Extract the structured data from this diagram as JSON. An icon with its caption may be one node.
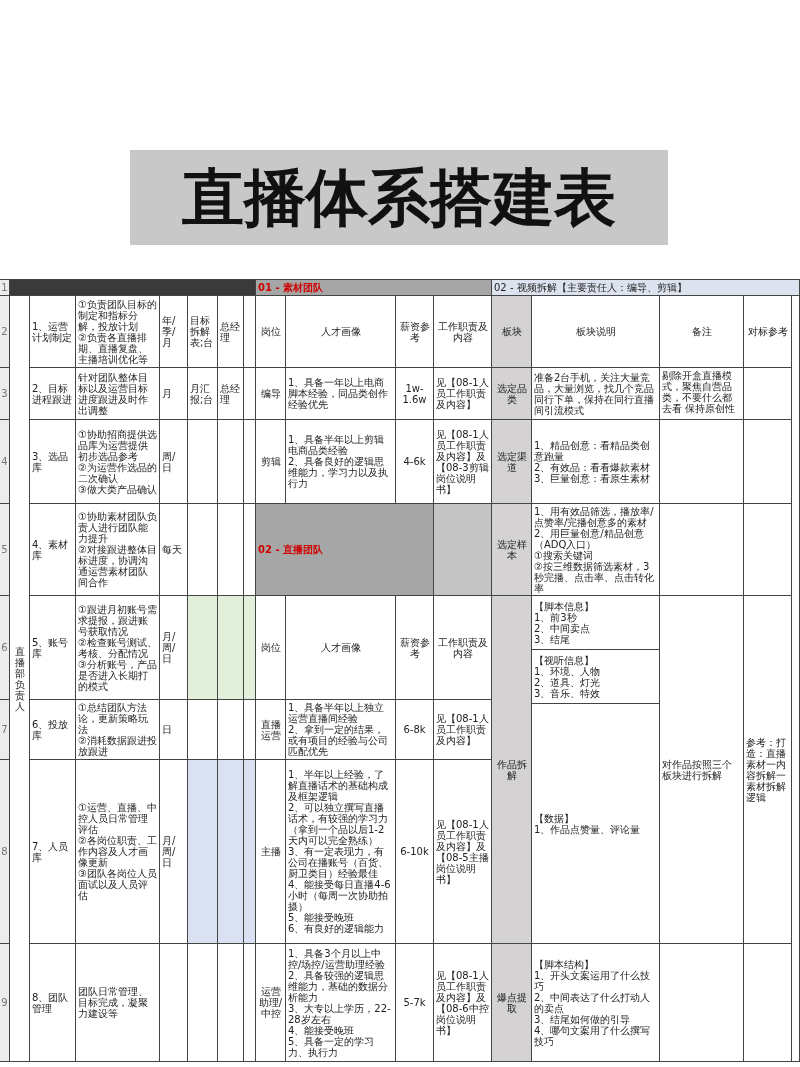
{
  "diagram": {
    "title": "直播体系搭建表",
    "labels": [
      "1",
      "01 - 素材团队",
      "02 - 视频拆解【主要责任人：编导、剪辑】",
      "2",
      "1、运营计划制定",
      "①负责团队目标的制定和指标分解，投放计划 ②负责各直播排期、直播复盘、主播培训优化等",
      "年/季/月",
      "目标拆解表;台",
      "总经理",
      "岗位",
      "人才画像",
      "薪资参考",
      "工作职责及内容",
      "板块",
      "板块说明",
      "备注",
      "对标参考",
      "3",
      "2、目标进程跟进",
      "针对团队整体目标以及运营目标进度跟进及时作出调整",
      "月",
      "月汇报;台",
      "总经理",
      "编导",
      "1、具备一年以上电商脚本经验，同品类创作经验优先",
      "1w-1.6w",
      "见【08-1人员工作职责及内容】",
      "选定品类",
      "准备2台手机，关注大量竞品，大量浏览，找几个竞品同行下单，保持在同行直播间引流模式",
      "剔除开盒直播模式，聚焦自营品类，不要什么都去看 保持原创性",
      "4",
      "3、选品库",
      "①协助招商提供选品库为运营提供初步选品参考 ②为运营作选品的二次确认 ③做大类产品确认",
      "周/日",
      "剪辑",
      "1、具备半年以上剪辑电商品类经验 2、具备良好的逻辑思维能力，学习力以及执行力",
      "4-6k",
      "见【08-1人员工作职责及内容】及【08-3剪辑岗位说明书】",
      "选定渠道",
      "1、精品创意：看精品类创意跑量 2、有效品：看看爆款素材 3、巨量创意：看原生素材",
      "5",
      "4、素材库",
      "①协助素材团队负责人进行团队能力提升 ②对接跟进整体目标进度，协调沟通运营素材团队间合作",
      "每天",
      "02 - 直播团队",
      "选定样本",
      "1、用有效品筛选，播放率/点赞率/完播创意多的素材 2、用巨量创意/精品创意（ADQ入口） ①搜索关键词 ②按三维数据筛选素材，3秒完播、点击率、点击转化率",
      "6",
      "5、账号库",
      "①跟进月初账号需求提报，跟进账号获取情况 ②检查账号测试、考核、分配情况 ③分析账号，产品是否进入长期打的模式",
      "月/周/日",
      "岗位",
      "人才画像",
      "薪资参考",
      "工作职责及内容",
      "作品拆解",
      "【脚本信息】 1、前3秒 2、中间卖点 3、结尾",
      "对作品按照三个板块进行拆解",
      "参考：打造：直播素材一内容拆解一素材拆解逻辑",
      "7",
      "6、投放库",
      "①总结团队方法论，更新策略玩法 ②消耗数据跟进投放跟进",
      "日",
      "直播运营",
      "1、具备半年以上独立运营直播间经验 2、拿到一定的结果，或有项目的经验与公司匹配优先",
      "6-8k",
      "见【08-1人员工作职责及内容】",
      "【视听信息】 1、环境、人物 2、道具、灯光 3、音乐、特效",
      "8",
      "直播部负责人",
      "7、人员库",
      "①运营、直播、中控人员日常管理评估 ②各岗位职责、工作内容及人才画像更新 ③团队各岗位人员面试以及人员评估",
      "月/周/日",
      "主播",
      "1、半年以上经验，了解直播话术的基础构成及框架逻辑 2、可以独立撰写直播话术，有较强的学习力（拿到一个品以后1-2天内可以完全熟练） 3、有一定表现力，有公司在播账号（百货、厨卫类目）经验最佳 4、能接受每日直播4-6小时（每周一次协助拍摄） 5、能接受晚班 6、有良好的逻辑能力",
      "6-10k",
      "见【08-1人员工作职责及内容】及【08-5主播岗位说明书】",
      "【数据】 1、作品点赞量、评论量",
      "9",
      "8、团队管理",
      "团队日常管理、目标完成，凝聚力建设等",
      "运营助理/中控",
      "1、具备3个月以上中控/场控/运营助理经验 2、具备较强的逻辑思维能力，基础的数据分析能力 3、大专以上学历，22-28岁左右 4、能接受晚班 5、具备一定的学习力、执行力",
      "5-7k",
      "见【08-1人员工作职责及内容】及【08-6中控岗位说明书】",
      "爆点提取",
      "【脚本结构】 1、开头文案运用了什么技巧 2、中间表达了什么打动人的卖点 3、结尾如何做的引导 4、哪句文案用了什么撰写技巧"
    ]
  }
}
